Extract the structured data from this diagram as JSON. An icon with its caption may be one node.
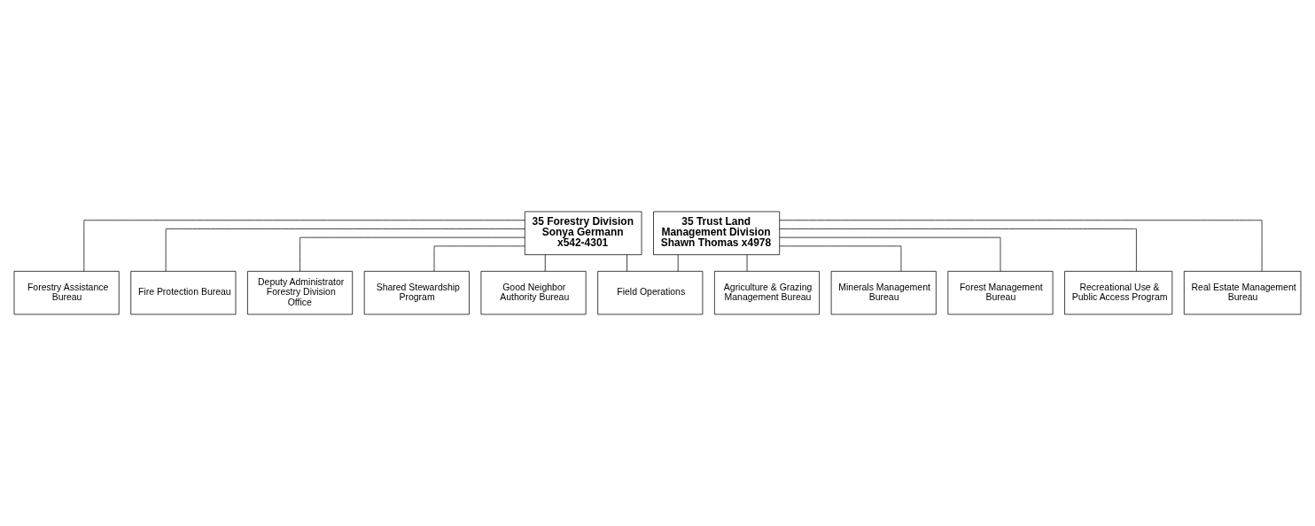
{
  "diagram": {
    "nodes": [
      {
        "text": [
          "35 Forestry Division Sonya Germann x542-4301"
        ]
      },
      {
        "text": [
          "35 Trust Land Management Division Shawn Thomas x4978"
        ]
      },
      {
        "text": [
          "Forestry Assistance Bureau"
        ]
      },
      {
        "text": [
          "Field Operations"
        ]
      },
      {
        "text": [
          "Agriculture & Grazing Management Bureau"
        ]
      },
      {
        "text": [
          "Real Estate Management Bureau"
        ]
      },
      {
        "text": [
          "Fire Protection Bureau"
        ]
      },
      {
        "text": [
          "Good Neighbor Authority Bureau"
        ]
      },
      {
        "text": [
          "Minerals Management Bureau"
        ]
      },
      {
        "text": [
          "Forest Management Bureau"
        ]
      },
      {
        "text": [
          "Deputy Administrator Forestry Division Office"
        ]
      },
      {
        "text": [
          "Shared Stewardship Program"
        ]
      },
      {
        "text": [
          "Recreational Use & Public Access Program"
        ]
      }
    ],
    "edges": [
      {
        "from": 0,
        "to": 2,
        "arrow": "none"
      },
      {
        "from": 0,
        "to": 3,
        "arrow": "none"
      },
      {
        "from": 0,
        "to": 6,
        "arrow": "none"
      },
      {
        "from": 0,
        "to": 7,
        "arrow": "none"
      },
      {
        "from": 0,
        "to": 10,
        "arrow": "none"
      },
      {
        "from": 0,
        "to": 11,
        "arrow": "none"
      },
      {
        "from": 1,
        "to": 3,
        "arrow": "none"
      },
      {
        "from": 1,
        "to": 4,
        "arrow": "none"
      },
      {
        "from": 1,
        "to": 5,
        "arrow": "none"
      },
      {
        "from": 1,
        "to": 8,
        "arrow": "none"
      },
      {
        "from": 1,
        "to": 9,
        "arrow": "none"
      },
      {
        "from": 1,
        "to": 12,
        "arrow": "none"
      }
    ]
  }
}
